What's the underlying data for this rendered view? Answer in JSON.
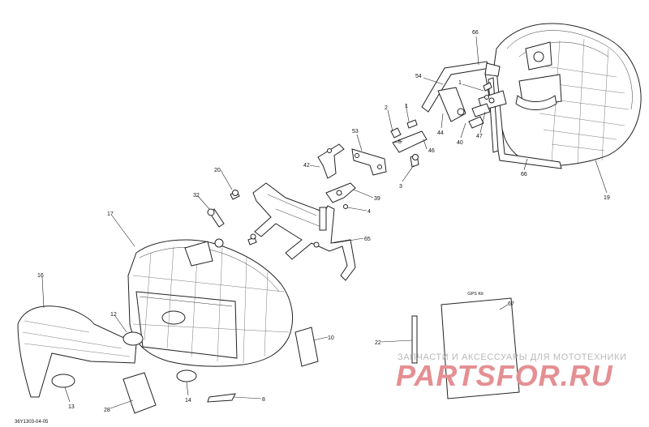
{
  "diagram": {
    "reference_code": "36Y1303-04-05",
    "box_label": "GPS Kit",
    "callouts": [
      {
        "id": "c66a",
        "label": "66"
      },
      {
        "id": "c54",
        "label": "54"
      },
      {
        "id": "c1a",
        "label": "1"
      },
      {
        "id": "c2",
        "label": "2"
      },
      {
        "id": "c1b",
        "label": "1"
      },
      {
        "id": "c5",
        "label": "5"
      },
      {
        "id": "c44",
        "label": "44"
      },
      {
        "id": "c40",
        "label": "40"
      },
      {
        "id": "c47",
        "label": "47"
      },
      {
        "id": "c46",
        "label": "46"
      },
      {
        "id": "c66b",
        "label": "66"
      },
      {
        "id": "c19",
        "label": "19"
      },
      {
        "id": "c53",
        "label": "53"
      },
      {
        "id": "c42",
        "label": "42"
      },
      {
        "id": "c3",
        "label": "3"
      },
      {
        "id": "c20",
        "label": "20"
      },
      {
        "id": "c39",
        "label": "39"
      },
      {
        "id": "c4",
        "label": "4"
      },
      {
        "id": "c32",
        "label": "32"
      },
      {
        "id": "c17",
        "label": "17"
      },
      {
        "id": "c65",
        "label": "65"
      },
      {
        "id": "c16",
        "label": "16"
      },
      {
        "id": "c12",
        "label": "12"
      },
      {
        "id": "c10",
        "label": "10"
      },
      {
        "id": "c67",
        "label": "67"
      },
      {
        "id": "c22",
        "label": "22"
      },
      {
        "id": "c13",
        "label": "13"
      },
      {
        "id": "c28",
        "label": "28"
      },
      {
        "id": "c14",
        "label": "14"
      },
      {
        "id": "c8",
        "label": "8"
      }
    ]
  },
  "watermark": {
    "tagline": "ЗАПЧАСТИ И АКСЕССУАРЫ ДЛЯ МОТОТЕХНИКИ",
    "logo_text": "PARTSFOR.RU",
    "color": "#e58f93"
  }
}
